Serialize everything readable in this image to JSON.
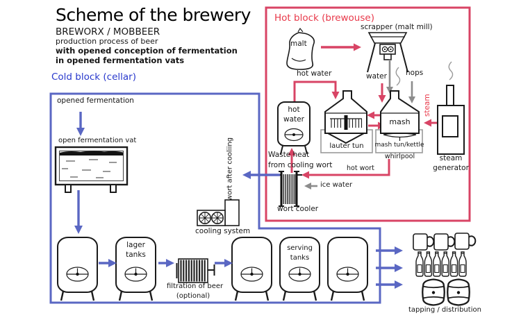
{
  "header": {
    "title": "Scheme of the brewery",
    "brand": "BREWORX / MOBBEER",
    "line1": "production process of beer",
    "line2": "with opened conception of fermentation",
    "line3": "in opened fermentation vats"
  },
  "hot_block": {
    "title": "Hot block (brewouse)",
    "malt": "malt",
    "scrapper": "scrapper (malt mill)",
    "hot_water_pipe": "hot water",
    "water": "water",
    "hops": "hops",
    "steam": "steam",
    "hot_water_tank_line1": "hot",
    "hot_water_tank_line2": "water",
    "lauter_tun": "lauter tun",
    "mash": "mash",
    "mash_tun_kettle": "mash tun/kettle",
    "whirlpool": "whirlpool",
    "steam_generator_line1": "steam",
    "steam_generator_line2": "generator",
    "waste_heat_line1": "Waste heat",
    "waste_heat_line2": "from cooling wort",
    "hot_wort": "hot wort",
    "ice_water": "ice water",
    "wort_cooler": "wort cooler"
  },
  "cold_block": {
    "title": "Cold block (cellar)",
    "opened_fermentation": "opened fermentation",
    "open_fermentation_vat": "open fermentation vat",
    "wort_after_cooling": "wort after cooliing",
    "cooling_system": "cooling system",
    "lager_tanks_line1": "lager",
    "lager_tanks_line2": "tanks",
    "filtration_line1": "filtration of beer",
    "filtration_line2": "(optional)",
    "serving_tanks_line1": "serving",
    "serving_tanks_line2": "tanks"
  },
  "distribution": {
    "label": "tapping / distribution"
  },
  "colors": {
    "red": "#d84465",
    "red_text": "#e8394a",
    "blue": "#5a67c3",
    "blue_text": "#2838cc",
    "gray": "#8c8c8c"
  }
}
